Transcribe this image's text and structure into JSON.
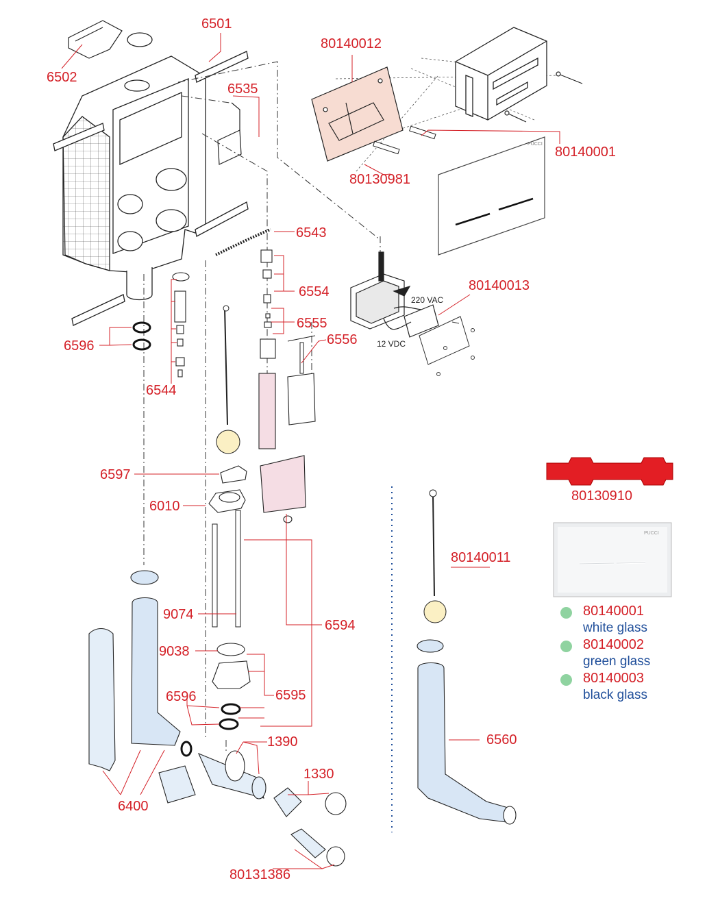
{
  "labels": {
    "l6501": "6501",
    "l6502": "6502",
    "l6535": "6535",
    "l80140012": "80140012",
    "l80140001": "80140001",
    "l80130981": "80130981",
    "l6543": "6543",
    "l6554": "6554",
    "l6555": "6555",
    "l6556": "6556",
    "l80140013": "80140013",
    "l6596a": "6596",
    "l6544": "6544",
    "l6597": "6597",
    "l6010": "6010",
    "l80130910": "80130910",
    "l80140011": "80140011",
    "l9074": "9074",
    "l6594": "6594",
    "l9038": "9038",
    "l6596b": "6596",
    "l6595": "6595",
    "l1390": "1390",
    "l1330": "1330",
    "l6400": "6400",
    "l6560": "6560",
    "l80131386": "80131386"
  },
  "voltage": {
    "ac": "220 VAC",
    "dc": "12 VDC"
  },
  "brand": {
    "front_plate": "PUCCI",
    "photo_plate": "PUCCI"
  },
  "variants": [
    {
      "code": "80140001",
      "name": "white glass",
      "color": "#8fd3a0"
    },
    {
      "code": "80140002",
      "name": "green glass",
      "color": "#8fd3a0"
    },
    {
      "code": "80140003",
      "name": "black glass",
      "color": "#8fd3a0"
    }
  ],
  "colors": {
    "label": "#d42027",
    "variant_name": "#1f4e9a",
    "frame_part": "#f7dcd2",
    "red_part": "#e31e24",
    "pink_tank": "#f5dde4",
    "blue_pipe": "#d8e6f5",
    "ball": "#fbf0c4"
  }
}
